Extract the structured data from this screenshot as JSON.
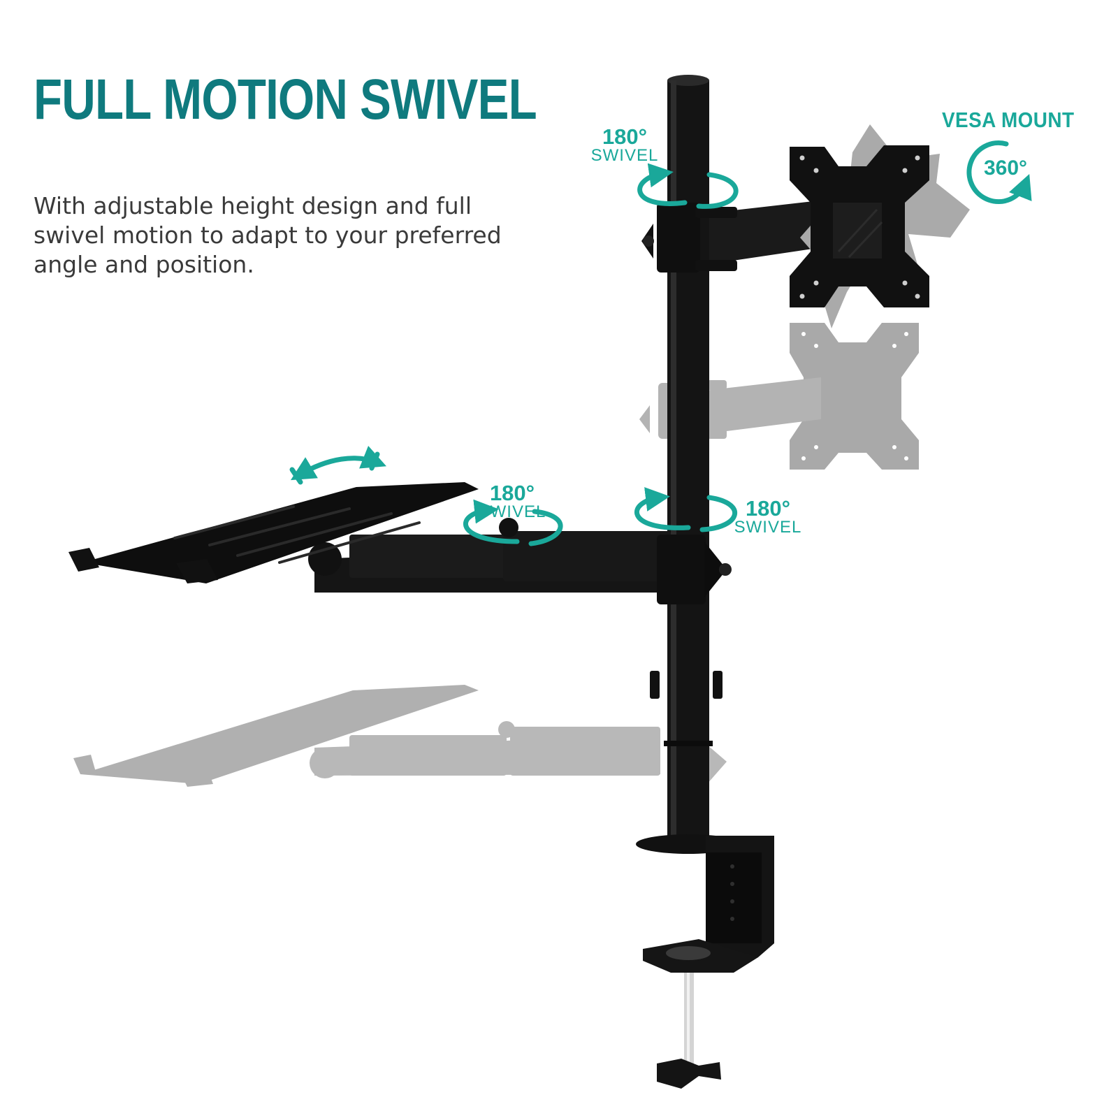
{
  "headline": "FULL MOTION SWIVEL",
  "description": "With adjustable height design and full swivel motion to adapt to your preferred angle and position.",
  "swivel_labels": [
    {
      "degree": "180°",
      "text": "SWIVEL"
    },
    {
      "degree": "180°",
      "text": "SWIVEL"
    },
    {
      "degree": "180°",
      "text": "SWIVEL"
    }
  ],
  "vesa": {
    "title": "VESA MOUNT",
    "rotation": "360°"
  },
  "colors": {
    "headline": "#0f7a7e",
    "accent": "#1aa89a",
    "body_text": "#3a3a3a",
    "hardware": "#161616",
    "ghost": "#a9a9a9"
  },
  "icons": [
    "swivel-arrow-icon",
    "rotation-arrow-icon",
    "tilt-arrow-icon"
  ]
}
